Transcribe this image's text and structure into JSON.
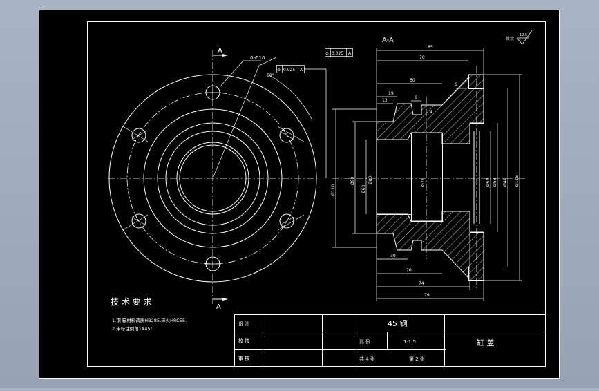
{
  "section_label": "A-A",
  "section_arrow_top": "A",
  "section_arrow_bottom": "A",
  "holes_callout": "6-Ø10",
  "angle_label": "60°",
  "tolerance_left": {
    "symbol": "⊘",
    "value": "0.025",
    "datum": "A"
  },
  "tolerance_right": {
    "symbol": "⊘",
    "value": "0.025",
    "datum": "A"
  },
  "surface_finish": {
    "label": "其余",
    "value": "12.5"
  },
  "dims_top": [
    "85",
    "70",
    "60",
    "19",
    "13",
    "6",
    "4",
    "6"
  ],
  "dims_bottom": [
    "30",
    "70",
    "74",
    "79"
  ],
  "dims_left": [
    "Ø110",
    "Ø90",
    "Ø60",
    "Ø80"
  ],
  "dims_right": [
    "Ø71",
    "Ø64",
    "Ø58",
    "Ø44",
    "Ø115"
  ],
  "tech_req": {
    "title": "技 术 要 求",
    "lines": [
      "1.钢 箱材料调质HB285,淬火HRC55.",
      "2.未标注倒角1X45°."
    ]
  },
  "title_block": {
    "design": "设 计",
    "check": "校 核",
    "review": "审 核",
    "material": "45 钢",
    "scale_label": "比 例",
    "scale_value": "1:1.5",
    "part_name": "缸 盖",
    "total_sheets": "共 4 张",
    "sheet_no": "第 2 张"
  }
}
